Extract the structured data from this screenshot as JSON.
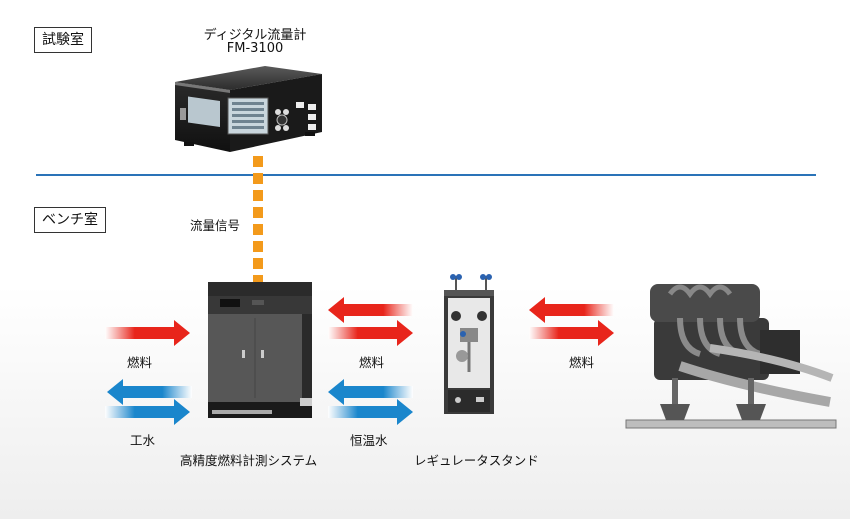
{
  "rooms": {
    "test_room": "試験室",
    "bench_room": "ベンチ室"
  },
  "flowmeter": {
    "title_line1": "ディジタル流量計",
    "title_line2": "FM-3100"
  },
  "labels": {
    "flow_signal": "流量信号",
    "fuel_left": "燃料",
    "fuel_middle": "燃料",
    "fuel_right": "燃料",
    "industrial_water": "工水",
    "constant_temp_water": "恒温水",
    "measurement_system": "高精度燃料計測システム",
    "regulator_stand": "レギュレータスタンド"
  },
  "colors": {
    "fuel_arrow": "#e8251b",
    "water_arrow": "#1a86cc",
    "divider": "#2a73b8",
    "signal_line": "#f39a1b"
  }
}
